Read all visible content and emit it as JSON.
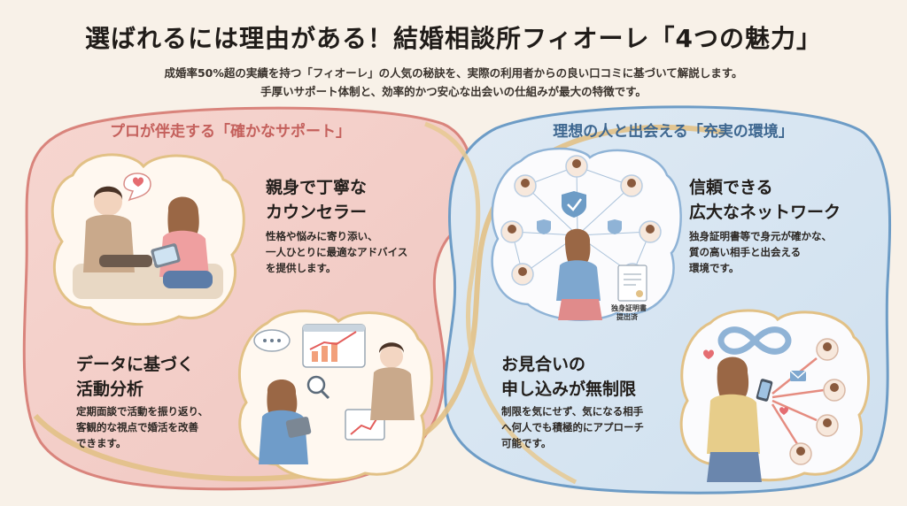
{
  "header": {
    "title": "選ばれるには理由がある！結婚相談所フィオーレ「4つの魅力」",
    "subtitle_1": "成婚率50%超の実績を持つ「フィオーレ」の人気の秘訣を、実際の利用者からの良い口コミに基づいて解説します。",
    "subtitle_2": "手厚いサポート体制と、効率的かつ安心な出会いの仕組みが最大の特徴です。"
  },
  "left_panel": {
    "title": "プロが伴走する「確かなサポート」",
    "features": [
      {
        "heading_1": "親身で丁寧な",
        "heading_2": "カウンセラー",
        "body_1": "性格や悩みに寄り添い、",
        "body_2": "一人ひとりに最適なアドバイス",
        "body_3": "を提供します。"
      },
      {
        "heading_1": "データに基づく",
        "heading_2": "活動分析",
        "body_1": "定期面談で活動を振り返り、",
        "body_2": "客観的な視点で婚活を改善",
        "body_3": "できます。"
      }
    ]
  },
  "right_panel": {
    "title": "理想の人と出会える「充実の環境」",
    "features": [
      {
        "heading_1": "信頼できる",
        "heading_2": "広大なネットワーク",
        "body_1": "独身証明書等で身元が確かな、",
        "body_2": "質の高い相手と出会える",
        "body_3": "環境です。"
      },
      {
        "heading_1": "お見合いの",
        "heading_2": "申し込みが無制限",
        "body_1": "制限を気にせず、気になる相手",
        "body_2": "へ何人でも積極的にアプローチ",
        "body_3": "可能です。"
      }
    ],
    "certificate_label_1": "独身証明書",
    "certificate_label_2": "提出済"
  },
  "colors": {
    "background": "#f8f1e8",
    "left_panel": "#f3cfc9",
    "left_accent": "#c4605c",
    "right_panel": "#d7e6f2",
    "right_accent": "#3e6790",
    "gold_ribbon": "#dcb77a"
  },
  "icons": [
    "heart-icon",
    "tablet-icon",
    "chart-icon",
    "magnifier-icon",
    "shield-check-icon",
    "network-icon",
    "infinity-icon",
    "mail-icon",
    "smartphone-icon",
    "certificate-icon"
  ]
}
